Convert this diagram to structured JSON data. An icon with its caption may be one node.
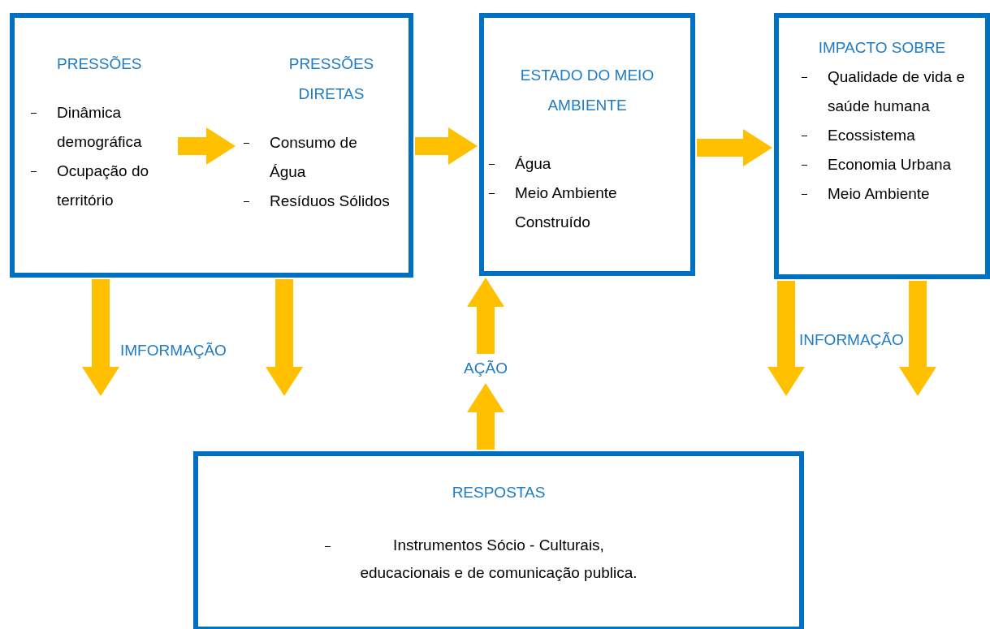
{
  "diagram": {
    "nodes": [
      {
        "text": [],
        "shape": "box"
      },
      {
        "text": [
          "PRESSÕES",
          "Dinâmica demográfica",
          "Ocupação do território"
        ],
        "in": 0
      },
      {
        "text": [
          "PRESSÕES DIRETAS",
          "Consumo de Água",
          "Resíduos Sólidos"
        ],
        "in": 0
      },
      {
        "text": [
          "ESTADO DO MEIO AMBIENTE",
          "Água",
          "Meio Ambiente Construído"
        ]
      },
      {
        "text": [
          "IMPACTO SOBRE",
          "Qualidade de vida e saúde humana",
          "Ecossistema",
          "Economia Urbana",
          "Meio Ambiente"
        ]
      },
      {
        "text": [
          "RESPOSTAS",
          "Instrumentos Sócio - Culturais, educacionais e de comunicação publica."
        ]
      },
      {
        "text": [
          "AÇÃO"
        ]
      }
    ],
    "edges": [
      {
        "from": 1,
        "to": 2,
        "arrow": "to"
      },
      {
        "from": 0,
        "to": 3,
        "arrow": "to"
      },
      {
        "from": 3,
        "to": 4,
        "arrow": "to"
      },
      {
        "from": 5,
        "to": 6,
        "arrow": "to"
      },
      {
        "from": 6,
        "to": 3,
        "arrow": "to"
      },
      {
        "from": 0,
        "to": null,
        "arrow": "to"
      },
      {
        "from": 0,
        "to": null,
        "arrow": "to"
      },
      {
        "from": 4,
        "to": null,
        "arrow": "to"
      },
      {
        "from": 4,
        "to": null,
        "arrow": "to"
      }
    ],
    "labels": [
      "IMFORMAÇÃO",
      "INFORMAÇÃO"
    ]
  }
}
